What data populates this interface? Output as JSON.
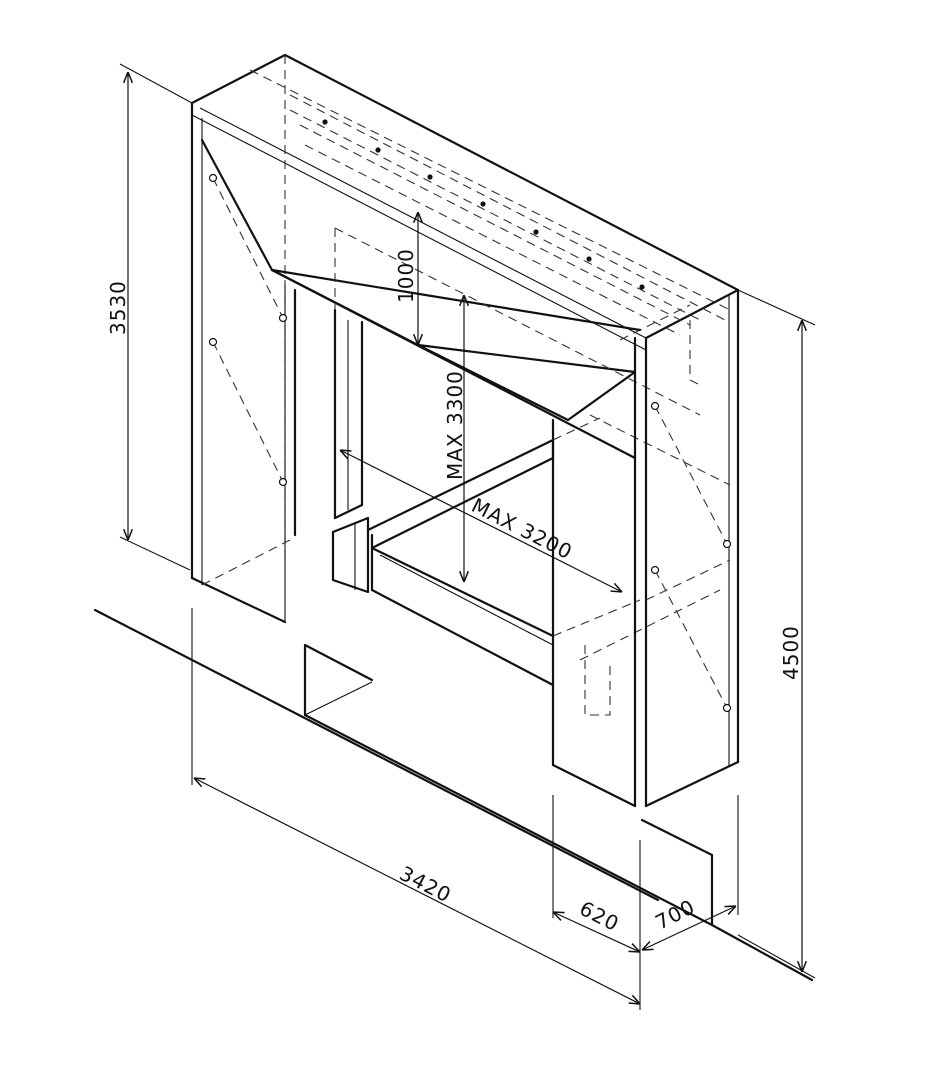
{
  "dimensions": {
    "height_left": "3530",
    "height_right": "4500",
    "opening_top": "1000",
    "max_height": "MAX 3300",
    "max_width": "MAX 3200",
    "width_front": "3420",
    "depth_inner": "620",
    "depth_outer": "700"
  },
  "colors": {
    "line": "#111111",
    "background": "#ffffff"
  }
}
